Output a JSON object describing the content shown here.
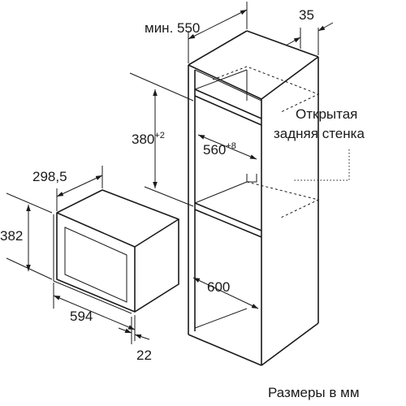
{
  "dimensions": {
    "min_width_label": "мин. 550",
    "offset_35": "35",
    "niche_height_base": "380",
    "niche_height_tolerance": "+2",
    "niche_width_base": "560",
    "niche_width_tolerance": "+8",
    "niche_depth": "600",
    "device_depth": "298,5",
    "device_height": "382",
    "device_width": "594",
    "front_thickness": "22"
  },
  "annotations": {
    "open_back_line1": "Открытая",
    "open_back_line2": "задняя стенка",
    "units_note": "Размеры в мм"
  }
}
